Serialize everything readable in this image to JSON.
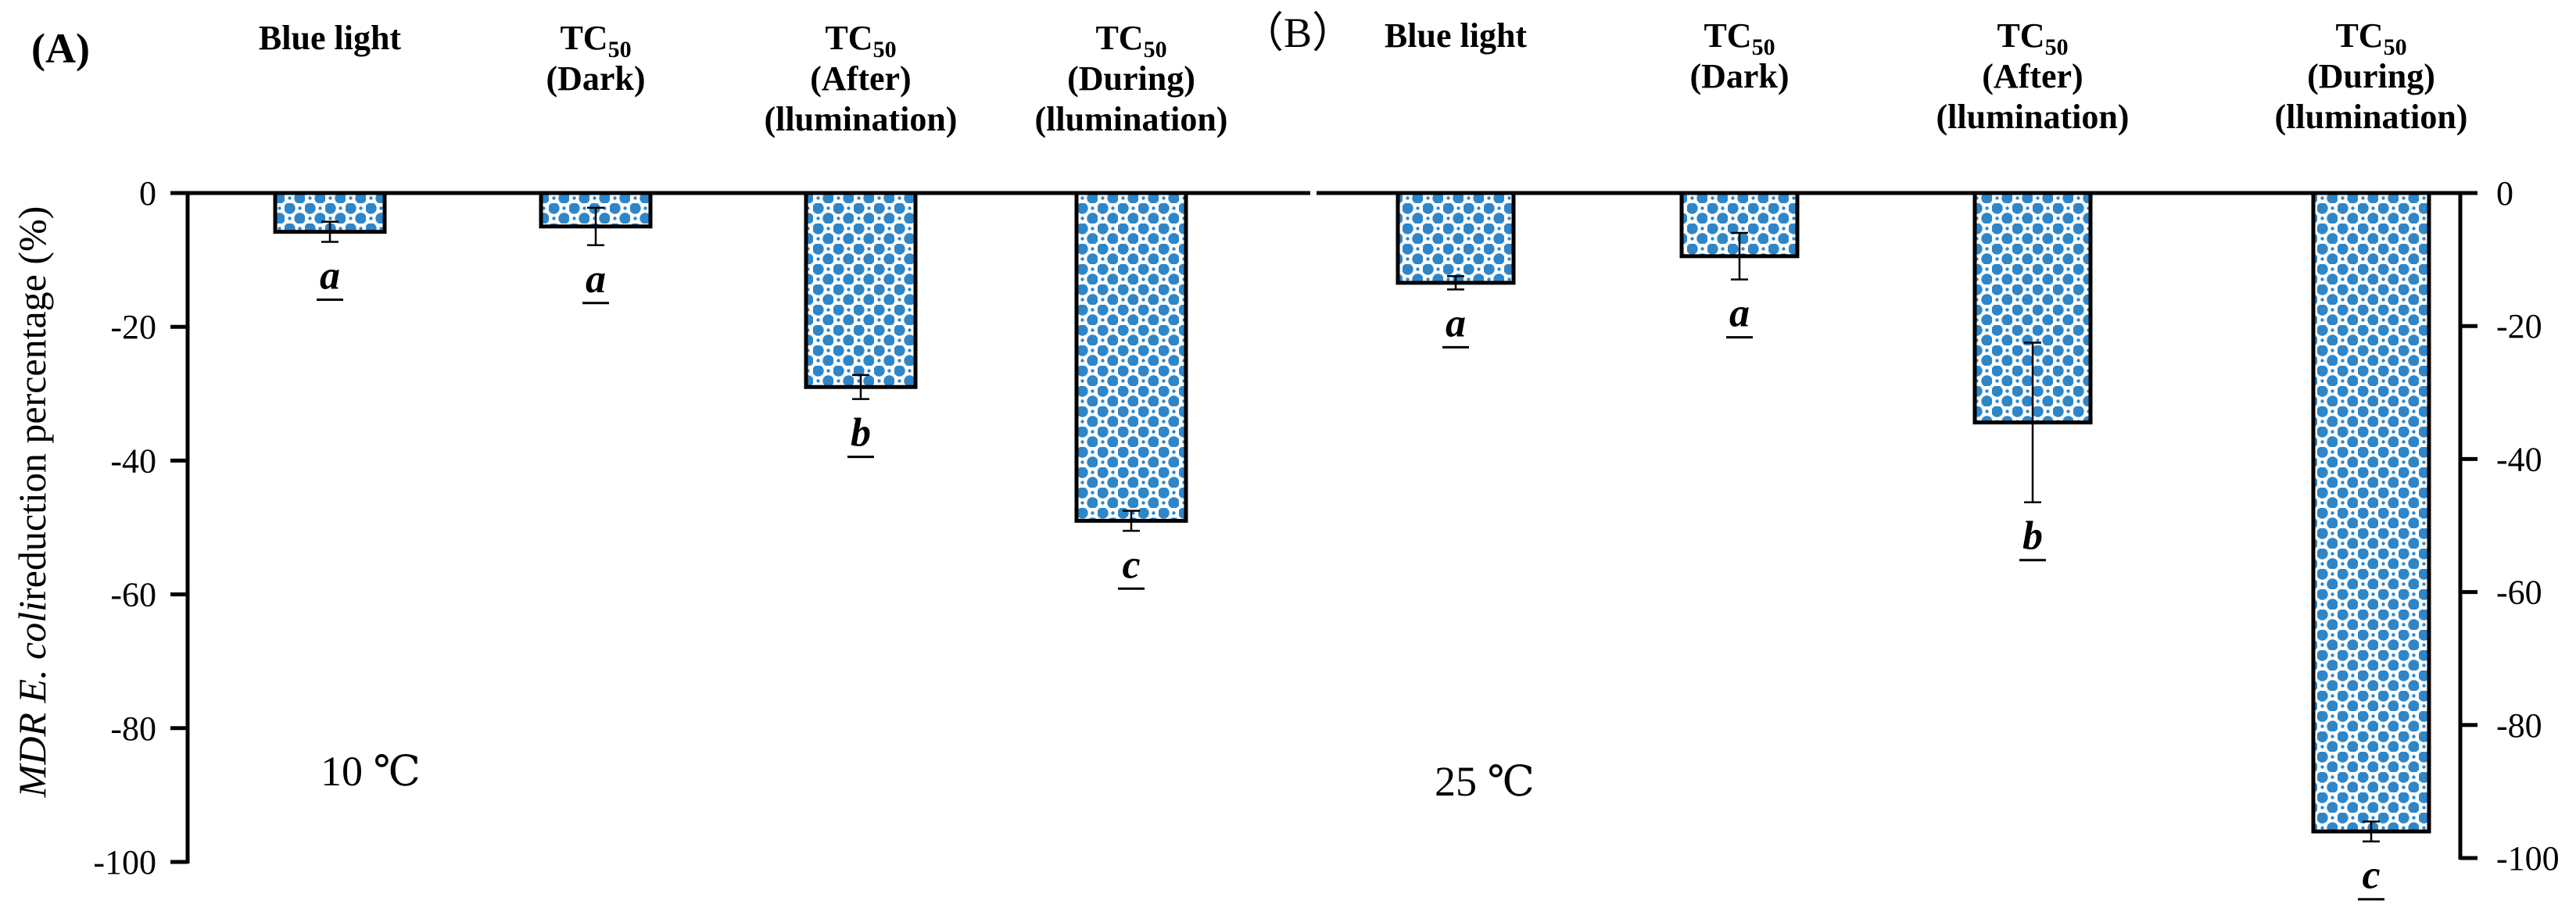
{
  "figure": {
    "ylabel_italic": "MDR E. coli",
    "ylabel_rest": "reduction percentage (%)"
  },
  "chart_data": [
    {
      "type": "bar",
      "panel_label": "(A)",
      "annotation": "10 ℃",
      "categories": [
        [
          "Blue light"
        ],
        [
          "TC50",
          "(Dark)"
        ],
        [
          "TC50",
          "(After)",
          "(llumination)"
        ],
        [
          "TC50",
          "(During)",
          "(llumination)"
        ]
      ],
      "values": [
        -5.8,
        -5.0,
        -29.0,
        -49.0
      ],
      "errors": [
        1.5,
        2.8,
        1.8,
        1.5
      ],
      "significance": [
        "a",
        "a",
        "b",
        "c"
      ],
      "ylim": [
        -100,
        0
      ],
      "yticks": [
        0,
        -20,
        -40,
        -60,
        -80,
        -100
      ],
      "y_axis_side": "left",
      "bar_pattern": "blue-white-dots",
      "bar_color": "#2e86c9"
    },
    {
      "type": "bar",
      "panel_label": "（B）",
      "annotation": "25 ℃",
      "categories": [
        [
          "Blue light"
        ],
        [
          "TC50",
          "(Dark)"
        ],
        [
          "TC50",
          "(After)",
          "(llumination)"
        ],
        [
          "TC50",
          "(During)",
          "(llumination)"
        ]
      ],
      "values": [
        -13.5,
        -9.5,
        -34.5,
        -96.0
      ],
      "errors": [
        1.0,
        3.5,
        12.0,
        1.5
      ],
      "significance": [
        "a",
        "a",
        "b",
        "c"
      ],
      "ylim": [
        -100,
        0
      ],
      "yticks": [
        0,
        -20,
        -40,
        -60,
        -80,
        -100
      ],
      "y_axis_side": "right",
      "bar_pattern": "blue-white-dots",
      "bar_color": "#2e86c9"
    }
  ]
}
